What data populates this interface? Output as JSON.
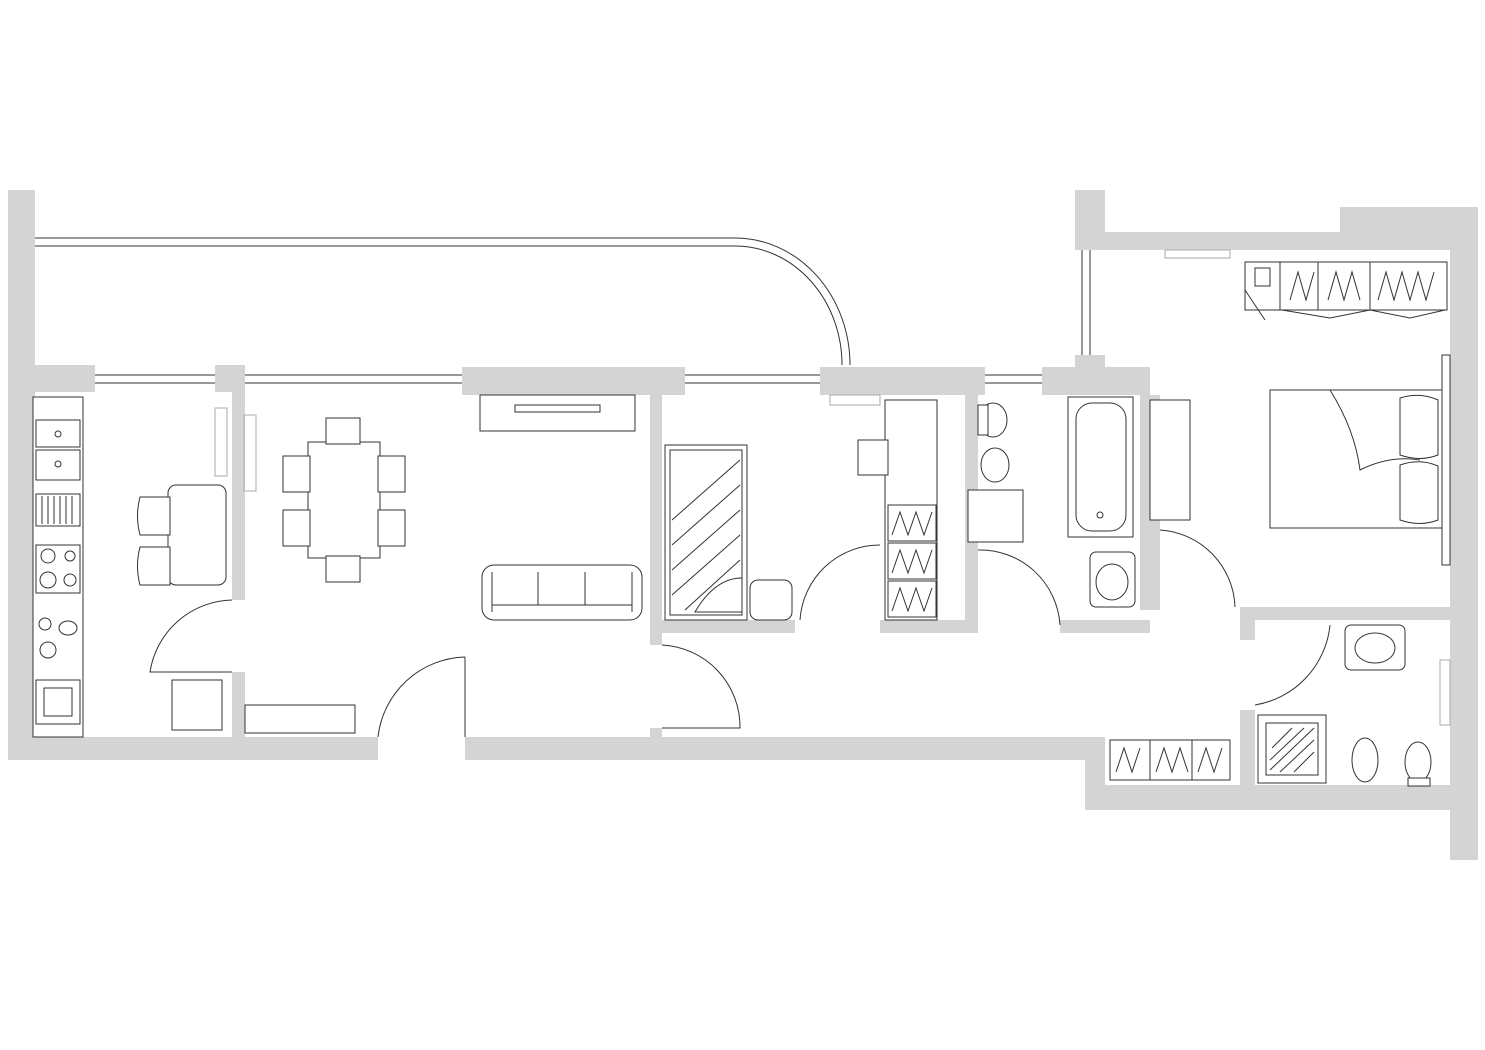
{
  "colors": {
    "wall": "#d4d4d4",
    "line": "#333333",
    "background": "#ffffff"
  },
  "plan": {
    "rooms": [
      "kitchen",
      "dining",
      "living",
      "bedroom-2",
      "study",
      "bathroom-1",
      "bedroom-1",
      "bathroom-2",
      "hallway",
      "balcony"
    ]
  }
}
